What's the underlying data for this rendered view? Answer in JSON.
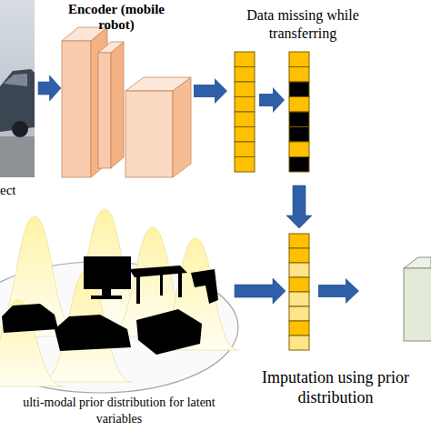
{
  "diagram": {
    "nodes": [
      {
        "text": [
          "ect"
        ]
      },
      {
        "text": [
          "Encoder (mobile robot)"
        ]
      },
      {
        "text": [
          "Data missing while transferring"
        ]
      },
      {
        "text": [
          "ulti-modal prior distribution for latent variables"
        ]
      },
      {
        "text": [
          "Imputation using prior distribution"
        ]
      }
    ],
    "edges": [
      {
        "from": 0,
        "to": 1,
        "arrow": "to"
      },
      {
        "from": 2,
        "to": 4,
        "arrow": "to"
      },
      {
        "from": 3,
        "to": 4,
        "arrow": "to"
      }
    ]
  }
}
